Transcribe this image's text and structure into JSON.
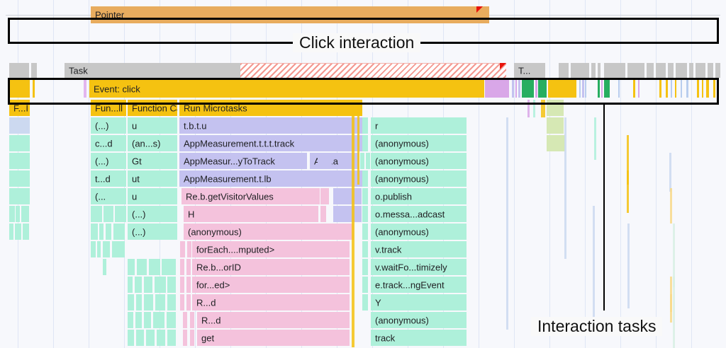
{
  "annotations": {
    "click_interaction": "Click interaction",
    "interaction_tasks": "Interaction tasks"
  },
  "tracks": {
    "pointer": {
      "label": "Pointer"
    },
    "task": {
      "label": "Task",
      "label2": "T..."
    },
    "event": {
      "label": "Event: click"
    }
  },
  "flame_rows": [
    {
      "row": 0,
      "cells": [
        {
          "label": "F...I",
          "color": "yellow"
        },
        {
          "label": "Fun...ll",
          "color": "yellow"
        },
        {
          "label": "Function Call",
          "color": "yellow"
        },
        {
          "label": "Run Microtasks",
          "color": "yellow"
        }
      ]
    },
    {
      "row": 1,
      "cells": [
        {
          "label": "(...)",
          "color": "mint"
        },
        {
          "label": "u",
          "color": "mint"
        },
        {
          "label": "t.b.t.u",
          "color": "lavender"
        },
        {
          "label": "r",
          "color": "mint"
        }
      ]
    },
    {
      "row": 2,
      "cells": [
        {
          "label": "c...d",
          "color": "mint"
        },
        {
          "label": "(an...s)",
          "color": "mint"
        },
        {
          "label": "AppMeasurement.t.t.t.track",
          "color": "lavender"
        },
        {
          "label": "(anonymous)",
          "color": "mint"
        }
      ]
    },
    {
      "row": 3,
      "cells": [
        {
          "label": "(...)",
          "color": "mint"
        },
        {
          "label": "Gt",
          "color": "mint"
        },
        {
          "label": "AppMeasur...yToTrack",
          "color": "lavender"
        },
        {
          "label": "Ap...a",
          "color": "lavender"
        },
        {
          "label": "(anonymous)",
          "color": "mint"
        }
      ]
    },
    {
      "row": 4,
      "cells": [
        {
          "label": "t...d",
          "color": "mint"
        },
        {
          "label": "ut",
          "color": "mint"
        },
        {
          "label": "AppMeasurement.t.lb",
          "color": "lavender"
        },
        {
          "label": "(anonymous)",
          "color": "mint"
        }
      ]
    },
    {
      "row": 5,
      "cells": [
        {
          "label": "(...",
          "color": "mint"
        },
        {
          "label": "u",
          "color": "mint"
        },
        {
          "label": "Re.b.getVisitorValues",
          "color": "pink"
        },
        {
          "label": "o.publish",
          "color": "mint"
        }
      ]
    },
    {
      "row": 6,
      "cells": [
        {
          "label": "(...)",
          "color": "mint"
        },
        {
          "label": "H",
          "color": "pink"
        },
        {
          "label": "o.messa...adcast",
          "color": "mint"
        }
      ]
    },
    {
      "row": 7,
      "cells": [
        {
          "label": "(...)",
          "color": "mint"
        },
        {
          "label": "(anonymous)",
          "color": "pink"
        },
        {
          "label": "(anonymous)",
          "color": "mint"
        }
      ]
    },
    {
      "row": 8,
      "cells": [
        {
          "label": "forEach....mputed>",
          "color": "pink"
        },
        {
          "label": "v.track",
          "color": "mint"
        }
      ]
    },
    {
      "row": 9,
      "cells": [
        {
          "label": "Re.b...orID",
          "color": "pink"
        },
        {
          "label": "v.waitFo...timizely",
          "color": "mint"
        }
      ]
    },
    {
      "row": 10,
      "cells": [
        {
          "label": "for...ed>",
          "color": "pink"
        },
        {
          "label": "e.track...ngEvent",
          "color": "mint"
        }
      ]
    },
    {
      "row": 11,
      "cells": [
        {
          "label": "R...d",
          "color": "pink"
        },
        {
          "label": "Y",
          "color": "mint"
        }
      ]
    },
    {
      "row": 12,
      "cells": [
        {
          "label": "R...d",
          "color": "pink"
        },
        {
          "label": "(anonymous)",
          "color": "mint"
        }
      ]
    },
    {
      "row": 13,
      "cells": [
        {
          "label": "get",
          "color": "pink"
        },
        {
          "label": "track",
          "color": "mint"
        }
      ]
    }
  ],
  "colors": {
    "pointer": "#e8ac5e",
    "task": "#c7c7c7",
    "event": "#f5c211",
    "scripting": "#c4c2f0",
    "rendering": "#f4c2dc",
    "system": "#aef0da",
    "gpu": "#d9a7e8",
    "painting": "#27ae60",
    "warning": "#e8130a",
    "background": "#f7f8fc",
    "annotation": "#000000"
  }
}
